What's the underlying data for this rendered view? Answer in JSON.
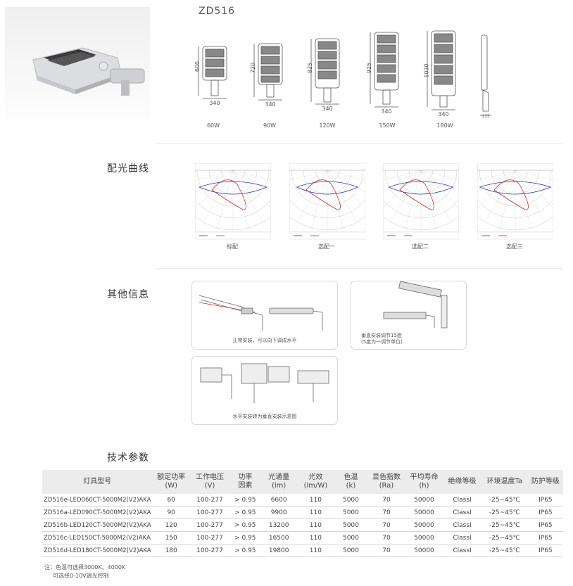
{
  "product": {
    "model": "ZD516"
  },
  "variants": [
    {
      "power": "60W",
      "height": "600",
      "width": "340"
    },
    {
      "power": "90W",
      "height": "720",
      "width": "340"
    },
    {
      "power": "120W",
      "height": "825",
      "width": "340"
    },
    {
      "power": "150W",
      "height": "925",
      "width": "340"
    },
    {
      "power": "180W",
      "height": "1030",
      "width": "340"
    }
  ],
  "side_view": {
    "width": "115"
  },
  "sections": {
    "light_curve": "配光曲线",
    "other_info": "其他信息",
    "tech_params": "技术参数"
  },
  "curves": [
    {
      "caption": "标配"
    },
    {
      "caption": "选配一"
    },
    {
      "caption": "选配二"
    },
    {
      "caption": "选配三"
    }
  ],
  "install": {
    "normal": "正常安装，可以向下调成水平",
    "vertical_line1": "垂直安装调节15度",
    "vertical_line2": "(5度为一调节单位)",
    "horizontal_to_vertical": "水平安装转为垂直安装示意图"
  },
  "table": {
    "headers": [
      [
        "灯具型号"
      ],
      [
        "额定功率",
        "(W)"
      ],
      [
        "工作电压",
        "(V)"
      ],
      [
        "功率",
        "因素"
      ],
      [
        "光通量",
        "(lm)"
      ],
      [
        "光效",
        "(lm/W)"
      ],
      [
        "色温",
        "(k)"
      ],
      [
        "显色指数",
        "(Ra)"
      ],
      [
        "平均寿命",
        "(h)"
      ],
      [
        "绝缘等级"
      ],
      [
        "环境温度Ta"
      ],
      [
        "防护等级"
      ]
    ],
    "rows": [
      [
        "ZD516e-LED060CT-5000M2(V2)AKA",
        "60",
        "100-277",
        "> 0.95",
        "6600",
        "110",
        "5000",
        "70",
        "50000",
        "ClassI",
        "-25~45℃",
        "IP65"
      ],
      [
        "ZD516a-LED090CT-5000M2(V2)AKA",
        "90",
        "100-277",
        "> 0.95",
        "9900",
        "110",
        "5000",
        "70",
        "50000",
        "ClassI",
        "-25~45℃",
        "IP65"
      ],
      [
        "ZD516b-LED120CT-5000M2(V2)AKA",
        "120",
        "100-277",
        "> 0.95",
        "13200",
        "110",
        "5000",
        "70",
        "50000",
        "ClassI",
        "-25~45℃",
        "IP65"
      ],
      [
        "ZD516c-LED150CT-5000M2(V2)AKA",
        "150",
        "100-277",
        "> 0.95",
        "16500",
        "110",
        "5000",
        "70",
        "50000",
        "ClassI",
        "-25~45℃",
        "IP65"
      ],
      [
        "ZD516d-LED180CT-5000M2(V2)AKA",
        "180",
        "100-277",
        "> 0.95",
        "19800",
        "110",
        "5000",
        "70",
        "50000",
        "ClassI",
        "-25~45℃",
        "IP65"
      ]
    ]
  },
  "notes": {
    "line1": "注：色温可选择3000K、4000K",
    "line2": "可选择0-10V调光控制"
  },
  "colors": {
    "header_bg": "#ececec",
    "curve_red": "#d42a2a",
    "curve_blue": "#2a3fb0"
  }
}
